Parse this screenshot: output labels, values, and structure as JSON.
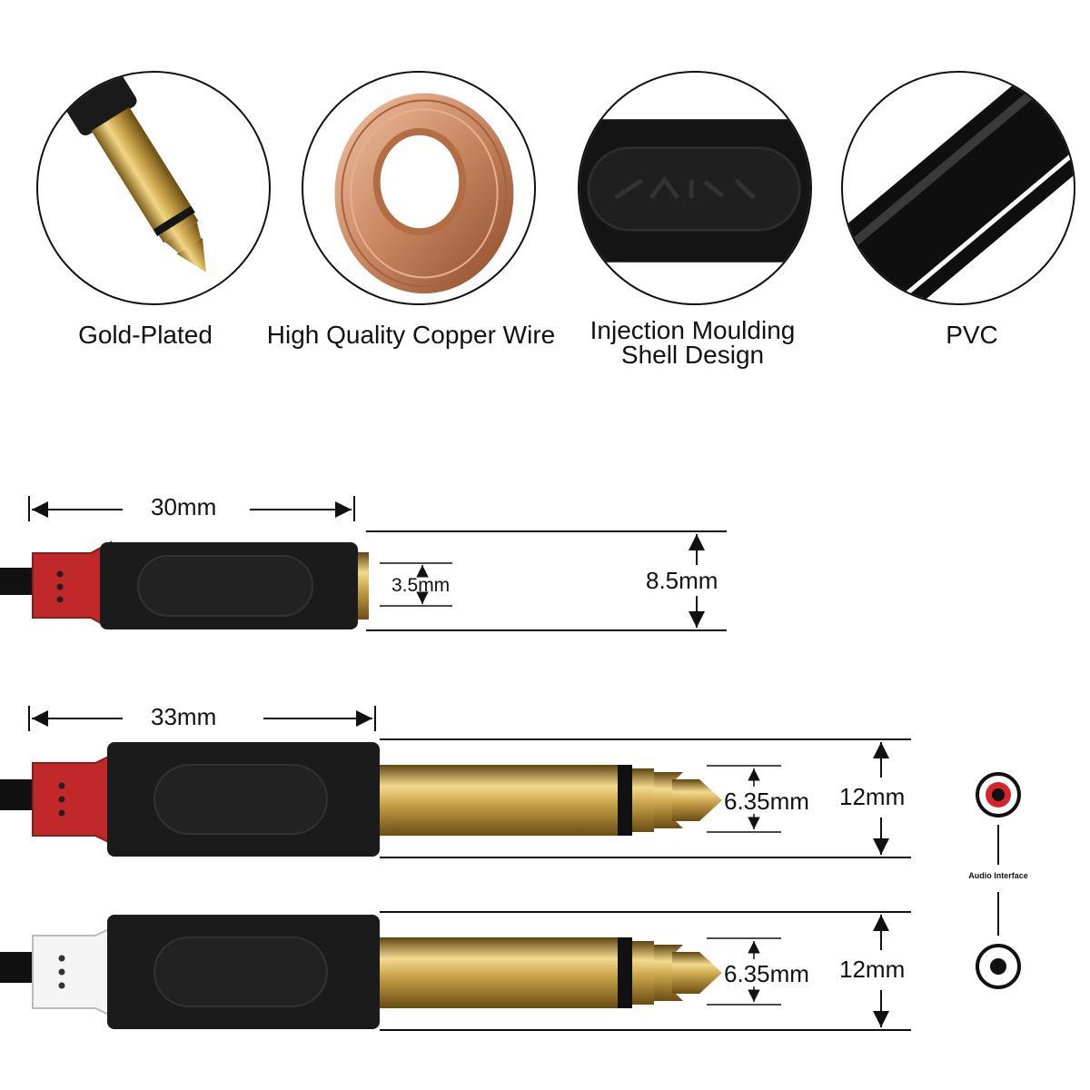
{
  "features": [
    {
      "icon": "gold-plated-plug-icon",
      "label": "Gold-Plated"
    },
    {
      "icon": "copper-wire-coil-icon",
      "label": "High Quality Copper Wire"
    },
    {
      "icon": "injection-moulded-shell-icon",
      "label_line1": "Injection Moulding",
      "label_line2": "Shell Design"
    },
    {
      "icon": "pvc-cable-icon",
      "label": "PVC"
    }
  ],
  "dimensions": {
    "socket_length": "30mm",
    "socket_hole": "3.5mm",
    "socket_diameter": "8.5mm",
    "plug_length": "33mm",
    "plug_tip_red": "6.35mm",
    "plug_diameter_red": "12mm",
    "plug_tip_white": "6.35mm",
    "plug_diameter_white": "12mm"
  },
  "audio_interface": {
    "label": "Audio Interface"
  },
  "colors": {
    "gold": "#c9a24a",
    "red": "#c0282a",
    "copper": "#c88660",
    "black": "#151515"
  }
}
